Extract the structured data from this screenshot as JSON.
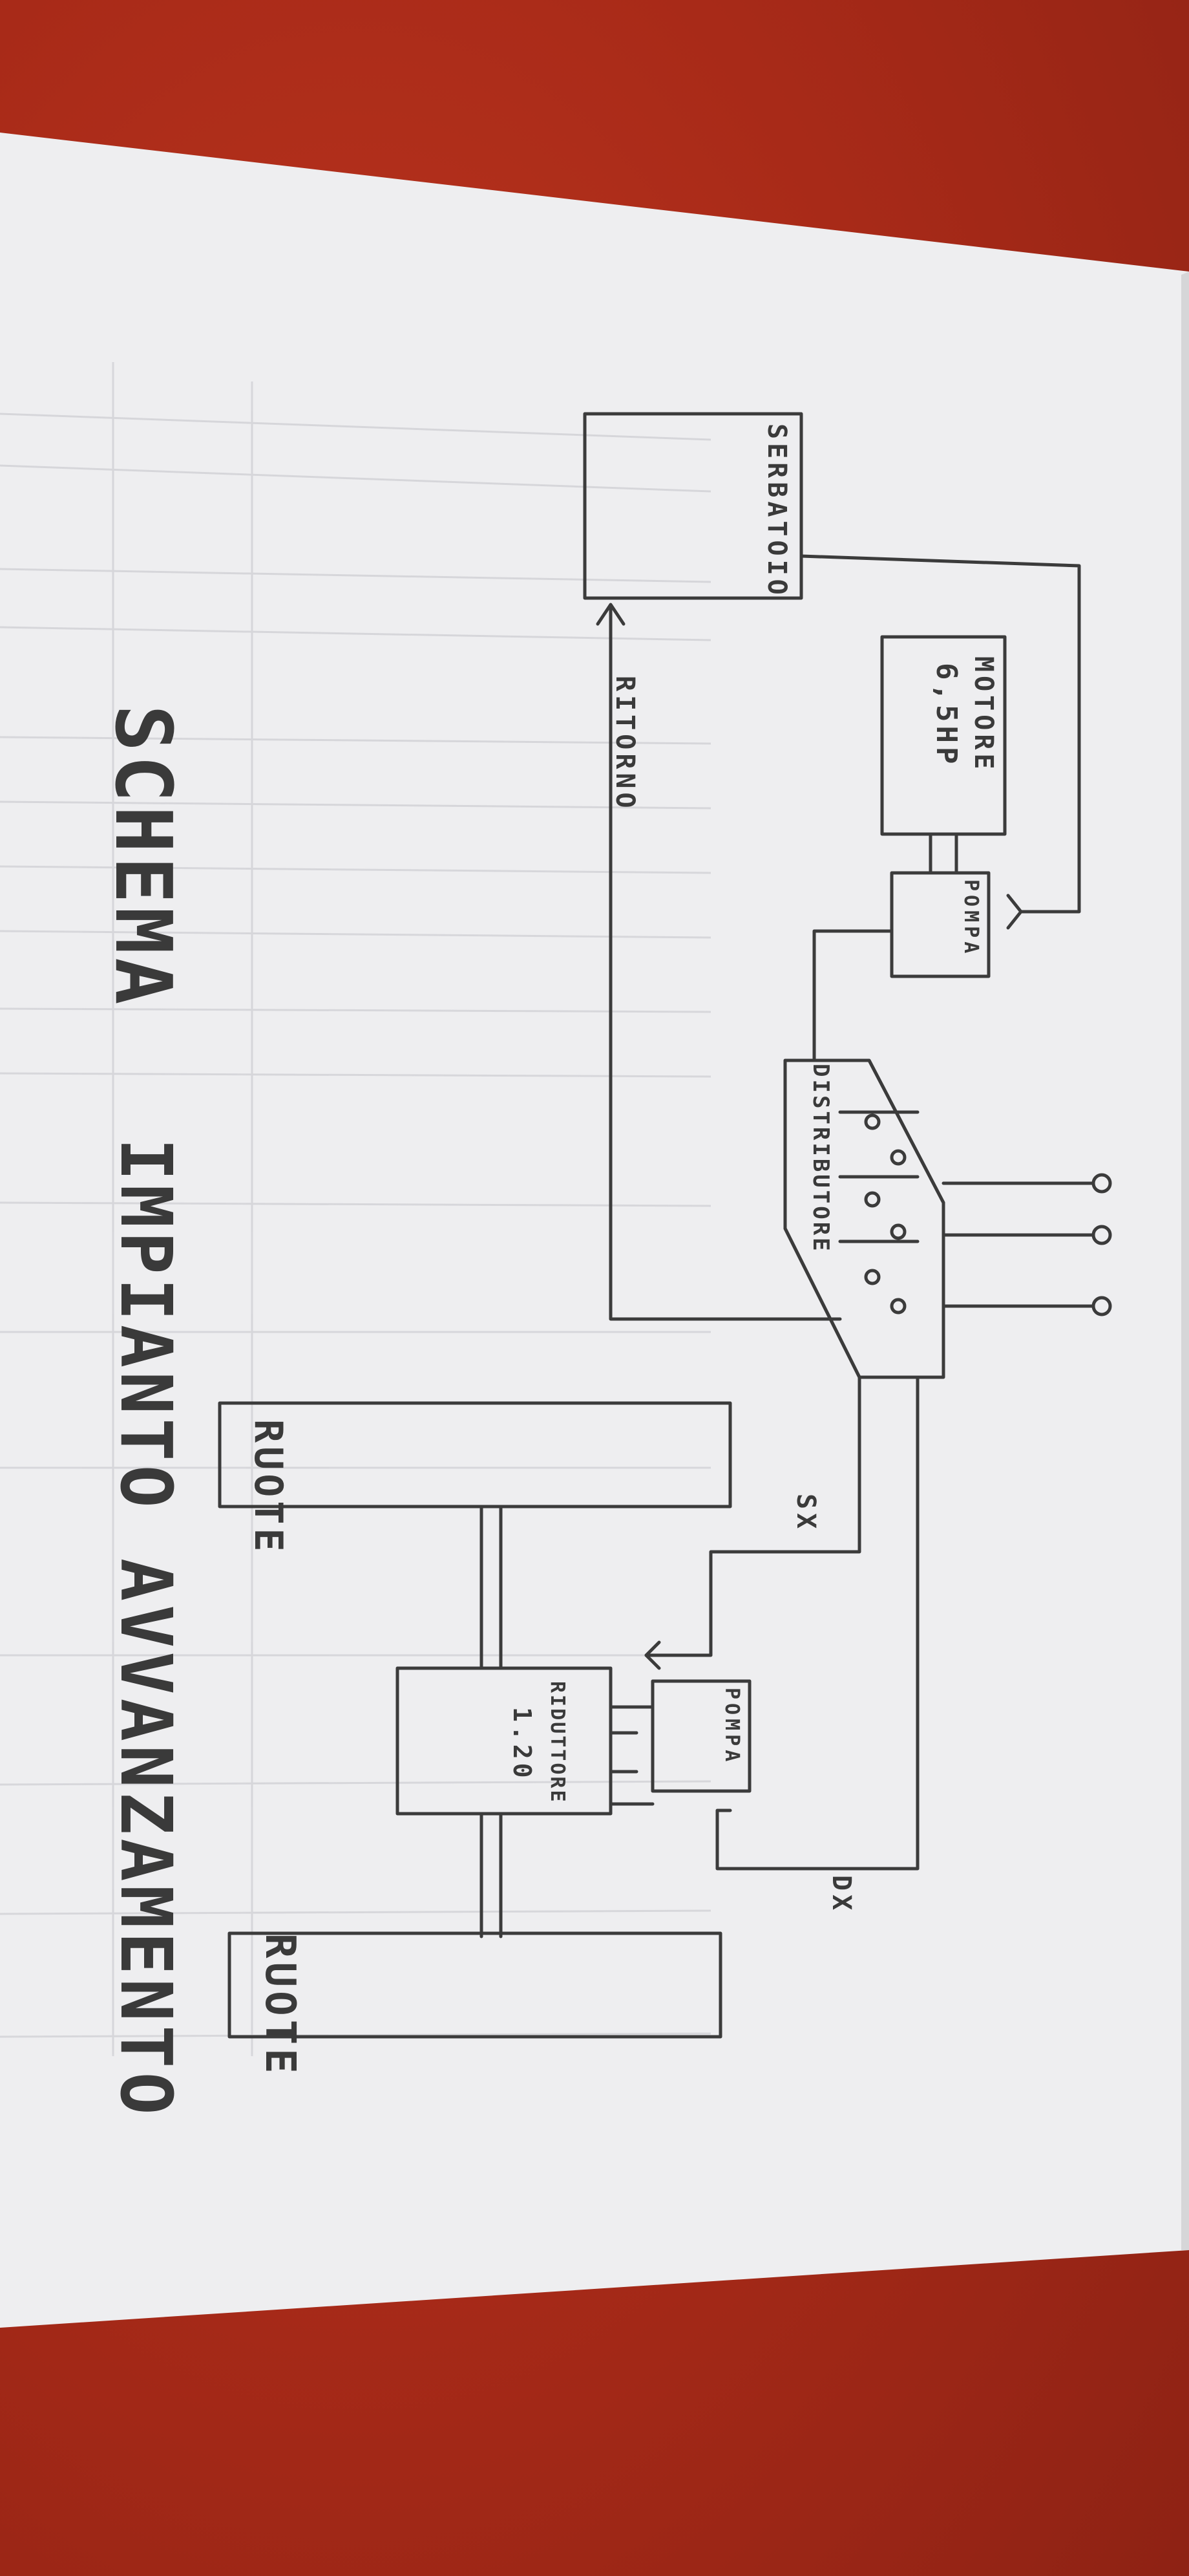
{
  "diagram": {
    "title_line1": "SCHEMA",
    "title_line2": "IMPIANTO AVVANZAMENTO",
    "nodes": {
      "tank": "SERBATOIO",
      "engine_line1": "MOTORE",
      "engine_line2": "6,5HP",
      "pump_top": "POMPA",
      "distributor": "DISTRIBUTORE",
      "pump_bottom": "POMPA",
      "reducer_line1": "RIDUTTORE",
      "reducer_line2": "1.20",
      "wheels_top": "RUOTE",
      "wheels_bottom": "RUOTE"
    },
    "edge_labels": {
      "return": "RITORNO",
      "left": "SX",
      "right": "DX"
    }
  },
  "colors": {
    "ink": "#3b3b3b",
    "paper": "#eeeef0",
    "table": "#b0301f"
  }
}
